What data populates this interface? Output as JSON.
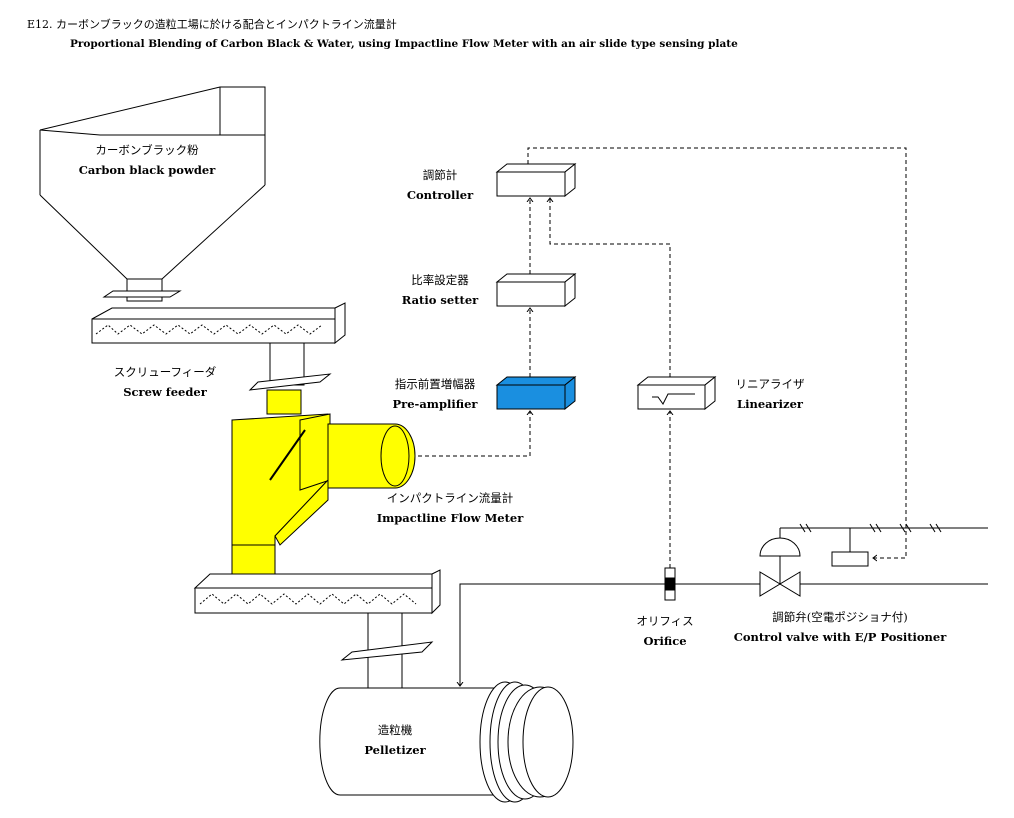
{
  "title": {
    "jp": "E12. カーボンブラックの造粒工場に於ける配合とインパクトライン流量計",
    "en": "Proportional Blending of Carbon Black & Water, using Impactline Flow Meter with an air slide type sensing plate"
  },
  "labels": {
    "hopper": {
      "jp": "カーボンブラック粉",
      "en": "Carbon black powder"
    },
    "feeder": {
      "jp": "スクリューフィーダ",
      "en": "Screw feeder"
    },
    "flowmeter": {
      "jp": "インパクトライン流量計",
      "en": "Impactline Flow Meter"
    },
    "pelletizer": {
      "jp": "造粒機",
      "en": "Pelletizer"
    },
    "controller": {
      "jp": "調節計",
      "en": "Controller"
    },
    "ratio": {
      "jp": "比率設定器",
      "en": "Ratio setter"
    },
    "preamp": {
      "jp": "指示前置増幅器",
      "en": "Pre-amplifier"
    },
    "linearizer": {
      "jp": "リニアライザ",
      "en": "Linearizer"
    },
    "orifice": {
      "jp": "オリフィス",
      "en": "Orifice"
    },
    "valve": {
      "jp": "調節弁(空電ポジショナ付)",
      "en": "Control valve with E/P Positioner"
    }
  },
  "colors": {
    "flowmeter_fill": "#ffff00",
    "preamp_fill": "#1a8fe0",
    "line": "#000000"
  }
}
